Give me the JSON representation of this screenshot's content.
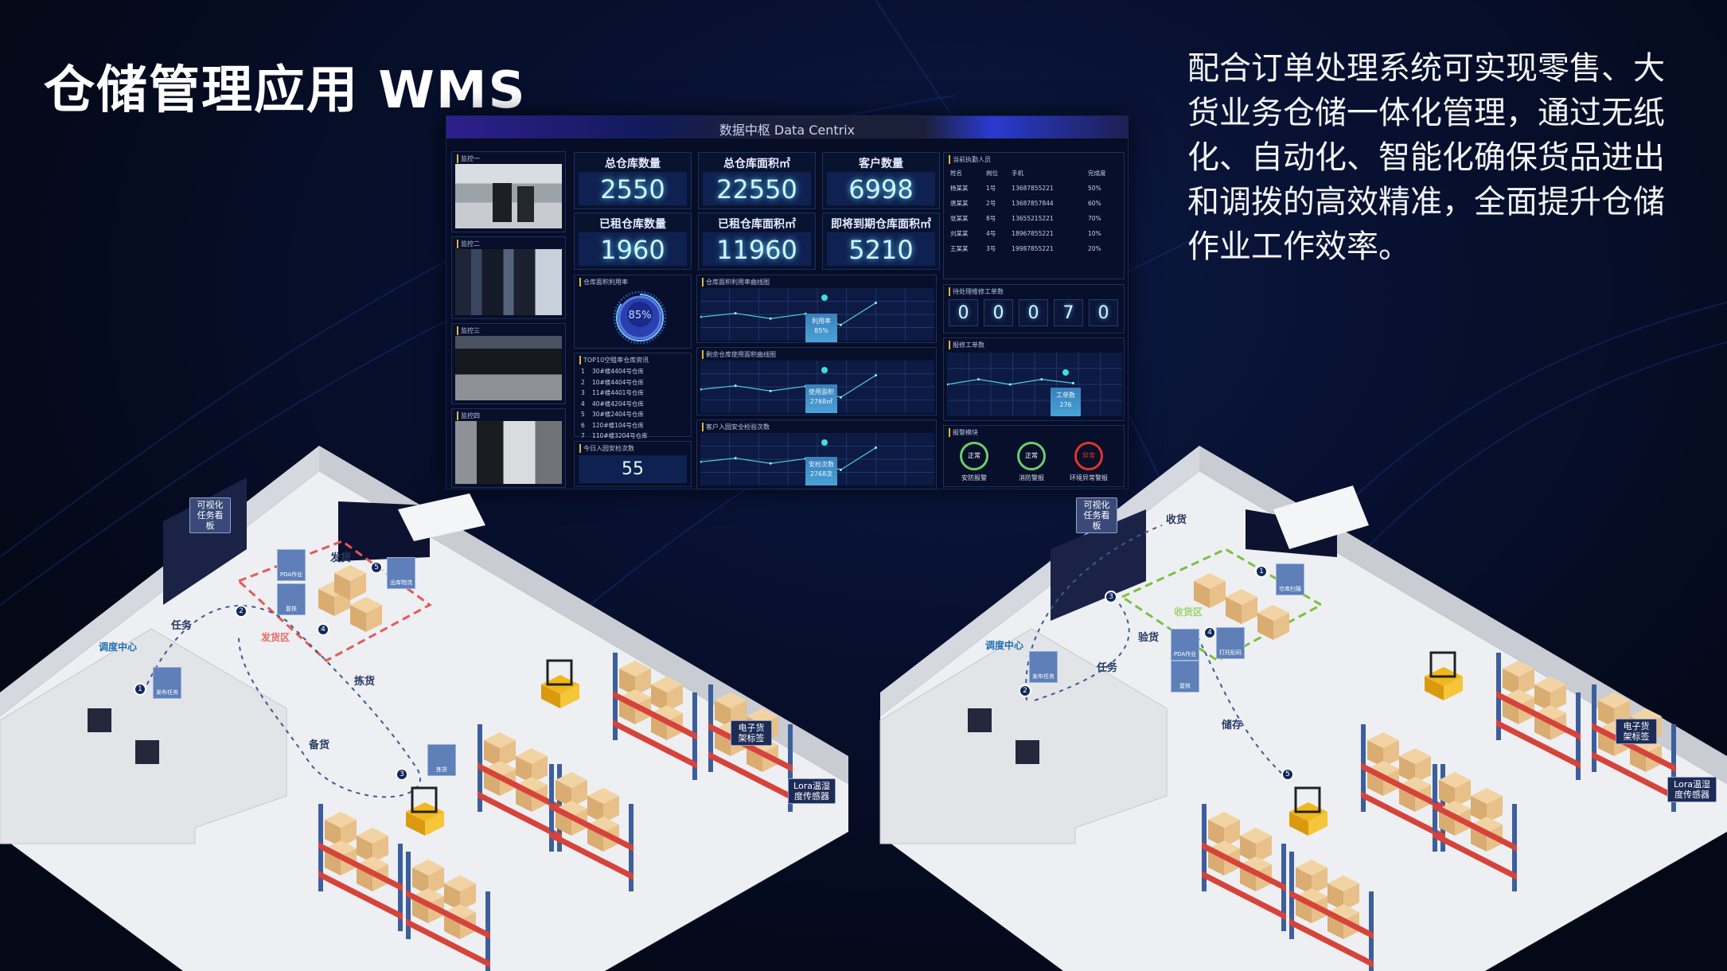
{
  "title": "仓储管理应用 WMS",
  "description": "配合订单处理系统可实现零售、大货业务仓储一体化管理，通过无纸化、自动化、智能化确保货品进出和调拨的高效精准，全面提升仓储作业工作效率。",
  "dashboard": {
    "header": "数据中枢 Data Centrix",
    "cameras": [
      "监控一",
      "监控二",
      "监控三",
      "监控四"
    ],
    "kpis": [
      {
        "label": "总仓库数量",
        "value": "2550"
      },
      {
        "label": "总仓库面积㎡",
        "value": "22550"
      },
      {
        "label": "客户数量",
        "value": "6998"
      },
      {
        "label": "已租仓库数量",
        "value": "1960"
      },
      {
        "label": "已租仓库面积㎡",
        "value": "11960"
      },
      {
        "label": "即将到期仓库面积㎡",
        "value": "5210"
      }
    ],
    "utilization": {
      "title": "仓库面积利用率",
      "value": "85%",
      "fraction": 0.85
    },
    "top10": {
      "title": "TOP10空租率仓库资讯",
      "items": [
        {
          "rank": "1",
          "name": "30#楼4404号仓库"
        },
        {
          "rank": "2",
          "name": "10#楼4404号仓库"
        },
        {
          "rank": "3",
          "name": "11#楼4401号仓库"
        },
        {
          "rank": "4",
          "name": "40#楼4204号仓库"
        },
        {
          "rank": "5",
          "name": "30#楼2404号仓库"
        },
        {
          "rank": "6",
          "name": "120#楼104号仓库"
        },
        {
          "rank": "7",
          "name": "110#楼3204号仓库"
        }
      ]
    },
    "security_today": {
      "title": "今日入园安检次数",
      "value": "55"
    },
    "charts": [
      {
        "title": "仓库面积利用率曲线图",
        "tip_label": "利用率",
        "tip_value": "85%",
        "values": [
          45,
          52,
          42,
          51,
          30,
          72,
          62
        ]
      },
      {
        "title": "剩余仓库使用面积曲线图",
        "tip_label": "使用面积",
        "tip_value": "2768㎡",
        "values": [
          45,
          52,
          42,
          51,
          30,
          72,
          62
        ]
      },
      {
        "title": "客户入园安全检验次数",
        "tip_label": "安检次数",
        "tip_value": "2768次",
        "values": [
          45,
          52,
          42,
          51,
          30,
          72,
          62
        ]
      }
    ],
    "staff": {
      "title": "当前执勤人员",
      "columns": [
        "姓名",
        "岗位",
        "手机",
        "完成度"
      ],
      "rows": [
        [
          "杨某某",
          "1号",
          "13687855221",
          "50%"
        ],
        [
          "唐某某",
          "2号",
          "13687857844",
          "60%"
        ],
        [
          "张某某",
          "8号",
          "13655215221",
          "70%"
        ],
        [
          "刘某某",
          "4号",
          "18967855221",
          "10%"
        ],
        [
          "王某某",
          "3号",
          "19987855221",
          "20%"
        ]
      ]
    },
    "pending": {
      "title": "待处理维修工单数",
      "digits": [
        "0",
        "0",
        "0",
        "7",
        "0"
      ]
    },
    "repair": {
      "title": "报修工单数",
      "tip_label": "工单数",
      "tip_value": "276",
      "values": [
        50,
        58,
        50,
        58,
        52
      ]
    },
    "alarms": {
      "title": "报警模块",
      "items": [
        {
          "status": "正常",
          "label": "安防报警",
          "color": "#6ccf6b"
        },
        {
          "status": "正常",
          "label": "消防警报",
          "color": "#6ccf6b"
        },
        {
          "status": "异常",
          "label": "环境异常警报",
          "color": "#e0342e"
        }
      ]
    }
  },
  "warehouse_left": {
    "board": "可视化任务看板",
    "center": "调度中心",
    "zone": "发货区",
    "flows": [
      "任务",
      "发货",
      "拣货",
      "备货"
    ],
    "icons": [
      "发布任务",
      "PDA作业",
      "复核",
      "出库物流",
      "拣货"
    ],
    "shelf": "电子货架标签",
    "sensor": "Lora温湿度传感器",
    "steps": [
      "1",
      "2",
      "3",
      "4",
      "5"
    ]
  },
  "warehouse_right": {
    "board": "可视化任务看板",
    "center": "调度中心",
    "zone": "收货区",
    "flows": [
      "收货",
      "任务",
      "验货",
      "储存"
    ],
    "icons": [
      "发布任务",
      "PDA作业",
      "复核",
      "仓库扫描",
      "打托贴码"
    ],
    "shelf": "电子货架标签",
    "sensor": "Lora温湿度传感器",
    "steps": [
      "1",
      "2",
      "3",
      "4",
      "5"
    ]
  }
}
